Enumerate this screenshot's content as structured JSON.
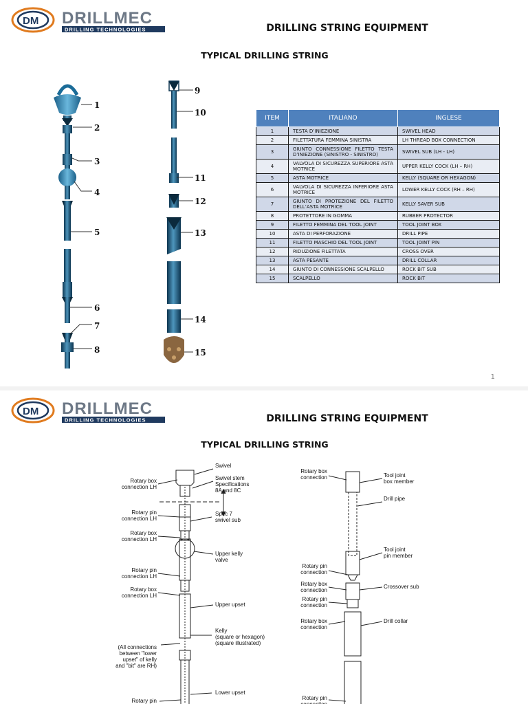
{
  "brand": {
    "logo_text": "DRILLMEC",
    "tagline": "DRILLING TECHNOLOGIES",
    "colors": {
      "orange": "#e07b1f",
      "steel": "#5b6b7c",
      "navy": "#1f3a5f"
    }
  },
  "slide1": {
    "title": "DRILLING STRING EQUIPMENT",
    "subtitle": "TYPICAL DRILLING STRING",
    "page_number": "1",
    "callouts": [
      "1",
      "2",
      "3",
      "4",
      "5",
      "6",
      "7",
      "8",
      "9",
      "10",
      "11",
      "12",
      "13",
      "14",
      "15"
    ],
    "table": {
      "headers": [
        "ITEM",
        "ITALIANO",
        "INGLESE"
      ],
      "rows": [
        {
          "item": "1",
          "it": "TESTA D’INIEZIONE",
          "en": "SWIVEL HEAD"
        },
        {
          "item": "2",
          "it": "FILETTATURA FEMMINA SINISTRA",
          "en": "LH THREAD BOX CONNECTION"
        },
        {
          "item": "3",
          "it": "GIUNTO CONNESSIONE FILETTO TESTA D’INIEZIONE (SINISTRO - SINISTRO)",
          "en": "SWIVEL SUB (LH - LH)"
        },
        {
          "item": "4",
          "it": "VALVOLA DI SICUREZZA SUPERIORE ASTA MOTRICE",
          "en": "UPPER KELLY COCK (LH – RH)"
        },
        {
          "item": "5",
          "it": "ASTA MOTRICE",
          "en": "KELLY (SQUARE OR HEXAGON)"
        },
        {
          "item": "6",
          "it": "VALVOLA DI SICUREZZA INFERIORE ASTA MOTRICE",
          "en": "LOWER KELLY COCK (RH – RH)"
        },
        {
          "item": "7",
          "it": "GIUNTO DI PROTEZIONE DEL FILETTO DELL’ASTA MOTRICE",
          "en": "KELLY SAVER SUB"
        },
        {
          "item": "8",
          "it": "PROTETTORE IN GOMMA",
          "en": "RUBBER PROTECTOR"
        },
        {
          "item": "9",
          "it": "FILETTO FEMMINA DEL TOOL JOINT",
          "en": "TOOL  JOINT BOX"
        },
        {
          "item": "10",
          "it": "ASTA DI PERFORAZIONE",
          "en": "DRILL PIPE"
        },
        {
          "item": "11",
          "it": "FILETTO MASCHIO DEL TOOL JOINT",
          "en": "TOOL  JOINT PIN"
        },
        {
          "item": "12",
          "it": "RIDUZIONE FILETTATA",
          "en": "CROSS OVER"
        },
        {
          "item": "13",
          "it": "ASTA PESANTE",
          "en": "DRILL COLLAR"
        },
        {
          "item": "14",
          "it": "GIUNTO DI CONNESSIONE SCALPELLO",
          "en": "ROCK BIT SUB"
        },
        {
          "item": "15",
          "it": "SCALPELLO",
          "en": "ROCK BIT"
        }
      ]
    }
  },
  "slide2": {
    "title": "DRILLING STRING EQUIPMENT",
    "subtitle": "TYPICAL DRILLING STRING",
    "left_labels": [
      {
        "id": "rotary-box-connection-lh-1",
        "lines": [
          "Rotary box",
          "connection LH"
        ]
      },
      {
        "id": "rotary-pin-connection-lh-1",
        "lines": [
          "Rotary pin",
          "connection LH"
        ]
      },
      {
        "id": "rotary-box-connection-lh-2",
        "lines": [
          "Rotary box",
          "connection LH"
        ]
      },
      {
        "id": "rotary-pin-connection-lh-2",
        "lines": [
          "Rotary pin",
          "connection LH"
        ]
      },
      {
        "id": "rotary-box-connection-lh-3",
        "lines": [
          "Rotary box",
          "connection LH"
        ]
      },
      {
        "id": "all-connections-note",
        "lines": [
          "(All connections",
          "between \"lower",
          "upset\" of kelly",
          "and \"bit\" are RH)"
        ]
      },
      {
        "id": "rotary-pin-bottom",
        "lines": [
          "Rotary pin"
        ]
      }
    ],
    "mid_labels": [
      {
        "id": "swivel",
        "lines": [
          "Swivel"
        ]
      },
      {
        "id": "swivel-stem",
        "lines": [
          "Swivel stem",
          "Specifications",
          "8A and 8C"
        ]
      },
      {
        "id": "spec-7-swivel-sub",
        "lines": [
          "Spec 7",
          "swivel sub"
        ]
      },
      {
        "id": "upper-kelly-valve",
        "lines": [
          "Upper kelly",
          "valve"
        ]
      },
      {
        "id": "upper-upset",
        "lines": [
          "Upper upset"
        ]
      },
      {
        "id": "kelly",
        "lines": [
          "Kelly",
          "(square or hexagon)",
          "(square illustrated)"
        ]
      },
      {
        "id": "lower-upset",
        "lines": [
          "Lower upset"
        ]
      }
    ],
    "right_left_labels": [
      {
        "id": "rotary-box-connection-r1",
        "lines": [
          "Rotary box",
          "connection"
        ]
      },
      {
        "id": "rotary-pin-connection-r1",
        "lines": [
          "Rotary pin",
          "connection"
        ]
      },
      {
        "id": "rotary-box-connection-r2",
        "lines": [
          "Rotary box",
          "connection"
        ]
      },
      {
        "id": "rotary-pin-connection-r2",
        "lines": [
          "Rotary pin",
          "connection"
        ]
      },
      {
        "id": "rotary-box-connection-r3",
        "lines": [
          "Rotary box",
          "connection"
        ]
      },
      {
        "id": "rotary-pin-connection-r3",
        "lines": [
          "Rotary pin",
          "connection"
        ]
      }
    ],
    "right_right_labels": [
      {
        "id": "tool-joint-box-member",
        "lines": [
          "Tool joint",
          "box member"
        ]
      },
      {
        "id": "drill-pipe",
        "lines": [
          "Drill pipe"
        ]
      },
      {
        "id": "tool-joint-pin-member",
        "lines": [
          "Tool joint",
          "pin member"
        ]
      },
      {
        "id": "crossover-sub",
        "lines": [
          "Crossover sub"
        ]
      },
      {
        "id": "drill-collar",
        "lines": [
          "Drill collar"
        ]
      }
    ]
  }
}
